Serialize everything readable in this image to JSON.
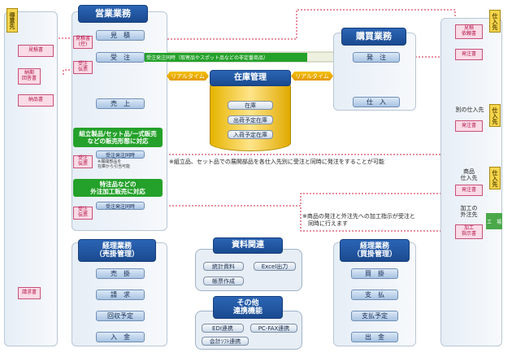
{
  "customer": {
    "tag": "得意先",
    "docs": {
      "quote": "見積書",
      "order_ack": "納期\n回答書",
      "delivery_note": "納品書",
      "invoice": "請求書"
    }
  },
  "sales": {
    "title": "営業業務",
    "steps": {
      "estimate": "見　積",
      "order": "受　注",
      "sales": "売　上"
    },
    "small_doc": "見積書\n(控)",
    "order_slip": "受注\n伝票",
    "order_banner": "受注発注同時（取寄品やスポット品などの非定番商品）",
    "assembly_header": "組立製品/セット品/一式販売\nなどの販売形態に対応",
    "assembly_step": "受注発注同時",
    "assembly_note": "※展開部品を\n在庫から引当可能",
    "special_header": "特注品などの\n外注加工販売に対応",
    "special_step": "受注発注同時",
    "order_slip2": "受注\n伝票",
    "order_slip3": "受注\n伝票"
  },
  "inventory": {
    "title": "在庫管理",
    "realtime": "リアルタイム",
    "items": [
      "在庫",
      "出荷予定在庫",
      "入荷予定在庫"
    ]
  },
  "purchasing": {
    "title": "購買業務",
    "steps": {
      "order": "発　注",
      "receipt": "仕　入"
    }
  },
  "supplier": {
    "tag": "仕入先",
    "docs": {
      "quote_req": "見積\n依頼書",
      "po": "発注書",
      "po2": "発注書",
      "po3": "発注書",
      "po4": "加工\n指示書"
    },
    "other_label": "別の仕入先",
    "other_tag": "仕入先",
    "goods_label": "商品\n仕入先",
    "vendor_label": "加工の\n外注先",
    "vendor_tag": "工　場"
  },
  "notes": {
    "assembly": "※組立品、セット品での展開部品を各仕入先別に受注と同時に発注をすることが可能",
    "special": "※商品の発注と外注先への加工指示が受注と\n　同時に行えます"
  },
  "ar": {
    "title": "経理業務\n（売掛管理）",
    "steps": [
      "売　掛",
      "請　求",
      "回収予定",
      "入　金"
    ]
  },
  "docs_group": {
    "title": "資料関連",
    "items": [
      "統計資料",
      "Excel出力",
      "帳票作成"
    ]
  },
  "link_group": {
    "title": "その他\n連携機能",
    "items": [
      "EDI連携",
      "PC-FAX連携",
      "会計ｿﾌﾄ連携"
    ]
  },
  "ap": {
    "title": "経理業務\n（買掛管理）",
    "steps": [
      "買　掛",
      "支　払",
      "支払予定",
      "出　金"
    ]
  }
}
